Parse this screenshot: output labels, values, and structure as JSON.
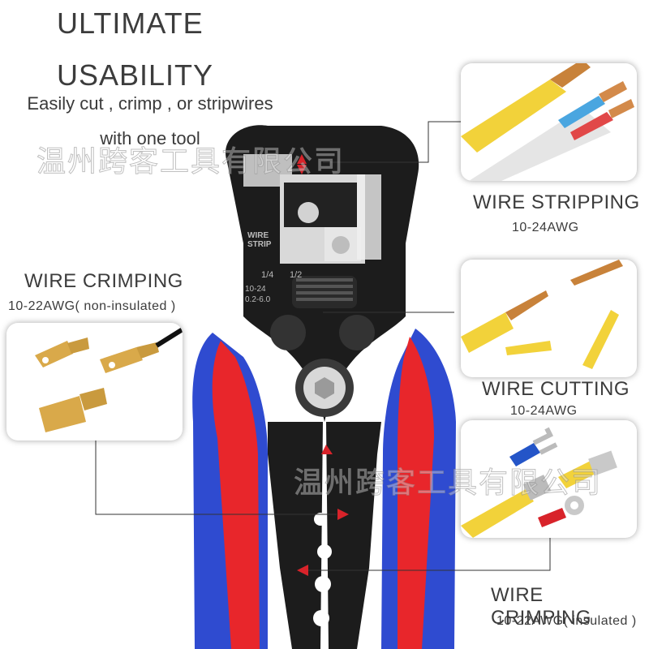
{
  "headline": {
    "line1": "ULTIMATE",
    "line2": "USABILITY"
  },
  "subtitle": {
    "line1": "Easily cut , crimp , or stripwires",
    "line2": "with one tool"
  },
  "watermark": "温州跨客工具有限公司",
  "features": {
    "stripping": {
      "title": "WIRE STRIPPING",
      "spec": "10-24AWG"
    },
    "cutting": {
      "title": "WIRE CUTTING",
      "spec": "10-24AWG"
    },
    "crimping_noninsulated": {
      "title": "WIRE CRIMPING",
      "spec": "10-22AWG( non-insulated )"
    },
    "crimping_insulated": {
      "title": "WIRE CRIMPING",
      "spec": "10-22AWG( insulated )"
    }
  },
  "tool_markings": {
    "strip_label_1": "WIRE",
    "strip_label_2": "STRIP",
    "fraction_1": "1/4",
    "fraction_2": "1/2",
    "gauge": "10-24",
    "range": "0.2-6.0"
  },
  "colors": {
    "handle_red": "#e8262b",
    "handle_blue": "#2f4bd0",
    "tool_body": "#1c1c1c",
    "wire_yellow": "#f2d23a",
    "arrow_red": "#d8232a"
  }
}
